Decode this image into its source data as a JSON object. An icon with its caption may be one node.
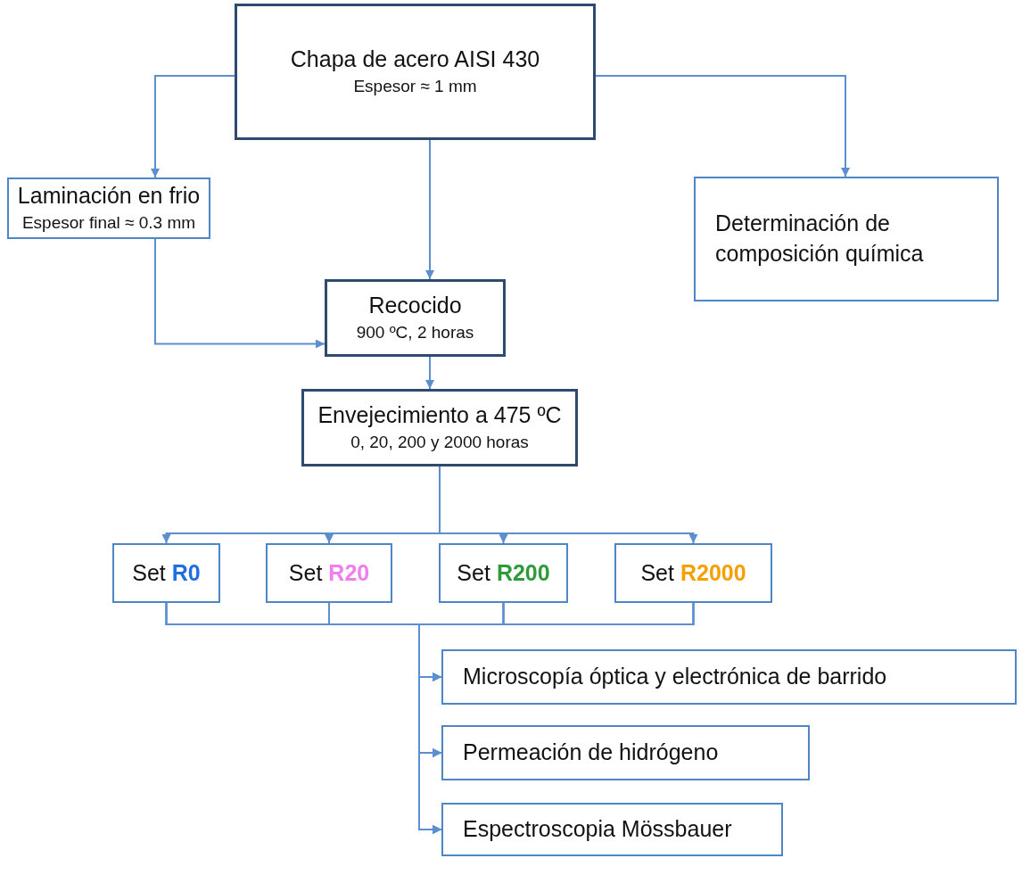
{
  "diagram": {
    "nodes": [
      {
        "text": [
          "Chapa de acero AISI 430",
          "Espesor ≈ 1 mm"
        ]
      },
      {
        "text": [
          "Laminación en frio",
          "Espesor final ≈ 0.3 mm"
        ]
      },
      {
        "text": [
          "Determinación de composición química"
        ]
      },
      {
        "text": [
          "Recocido",
          "900 ºC, 2 horas"
        ]
      },
      {
        "text": [
          "Envejecimiento a 475 ºC",
          "0, 20, 200 y 2000 horas"
        ]
      },
      {
        "text": [
          "Set",
          "R0"
        ]
      },
      {
        "text": [
          "Set",
          "R20"
        ]
      },
      {
        "text": [
          "Set",
          "R200"
        ]
      },
      {
        "text": [
          "Set",
          "R2000"
        ]
      },
      {
        "text": [
          "Microscopía óptica y electrónica de barrido"
        ]
      },
      {
        "text": [
          "Permeación de hidrógeno"
        ]
      },
      {
        "text": [
          "Espectroscopia Mössbauer"
        ]
      }
    ],
    "edges": [
      {
        "from": 0,
        "to": 1,
        "arrow": "to"
      },
      {
        "from": 0,
        "to": 3,
        "arrow": "to"
      },
      {
        "from": 0,
        "to": 2,
        "arrow": "to"
      },
      {
        "from": 1,
        "to": 3,
        "arrow": "to"
      },
      {
        "from": 3,
        "to": 4,
        "arrow": "to"
      },
      {
        "from": 4,
        "to": 5,
        "arrow": "to"
      },
      {
        "from": 4,
        "to": 6,
        "arrow": "to"
      },
      {
        "from": 4,
        "to": 7,
        "arrow": "to"
      },
      {
        "from": 4,
        "to": 8,
        "arrow": "to"
      },
      {
        "from": 5,
        "to": 9,
        "arrow": "to"
      },
      {
        "from": 5,
        "to": 10,
        "arrow": "to"
      },
      {
        "from": 5,
        "to": 11,
        "arrow": "to"
      },
      {
        "from": 6,
        "to": 9,
        "arrow": "to"
      },
      {
        "from": 6,
        "to": 10,
        "arrow": "to"
      },
      {
        "from": 6,
        "to": 11,
        "arrow": "to"
      },
      {
        "from": 7,
        "to": 9,
        "arrow": "to"
      },
      {
        "from": 7,
        "to": 10,
        "arrow": "to"
      },
      {
        "from": 7,
        "to": 11,
        "arrow": "to"
      },
      {
        "from": 8,
        "to": 9,
        "arrow": "to"
      },
      {
        "from": 8,
        "to": 10,
        "arrow": "to"
      },
      {
        "from": 8,
        "to": 11,
        "arrow": "to"
      }
    ]
  }
}
